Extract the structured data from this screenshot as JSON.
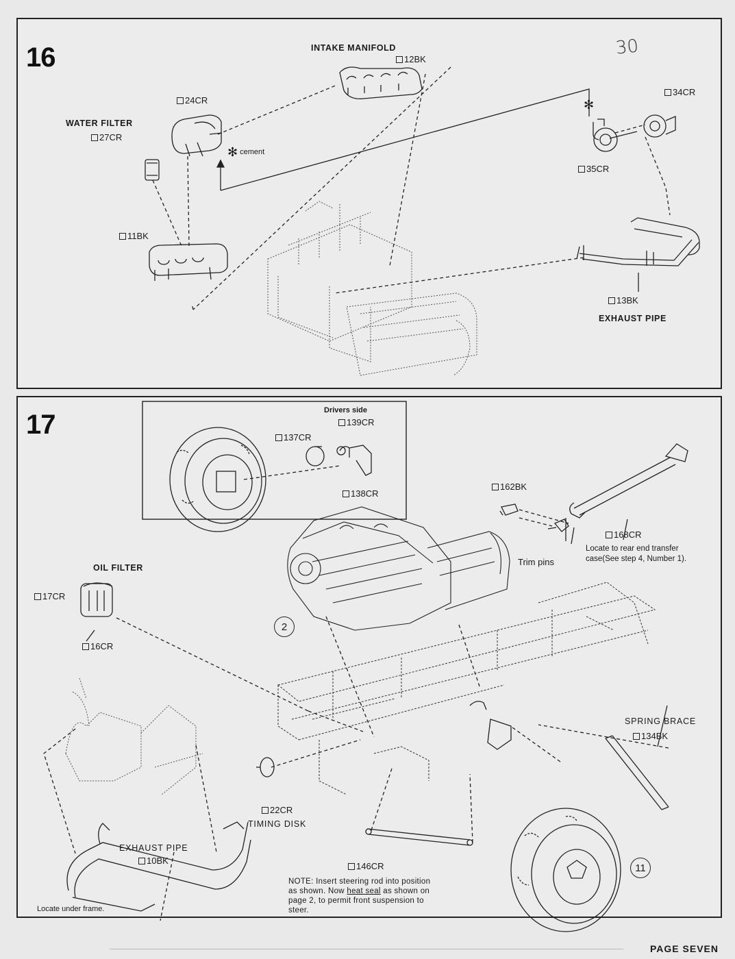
{
  "step16": {
    "number": "16",
    "handwritten": "30",
    "labels": {
      "intake_manifold": "INTAKE MANIFOLD",
      "part_12bk": "12BK",
      "part_24cr": "24CR",
      "water_filter": "WATER FILTER",
      "part_27cr": "27CR",
      "cement": "cement",
      "part_34cr": "34CR",
      "part_35cr": "35CR",
      "part_11bk": "11BK",
      "part_13bk": "13BK",
      "exhaust_pipe": "EXHAUST PIPE"
    }
  },
  "step17": {
    "number": "17",
    "labels": {
      "drivers_side": "Drivers side",
      "part_139cr": "139CR",
      "part_137cr": "137CR",
      "part_138cr": "138CR",
      "part_162bk": "162BK",
      "part_168cr": "168CR",
      "trim_pins": "Trim pins",
      "locate_rear": "Locate to rear end transfer",
      "locate_rear2": "case(See step 4, Number 1).",
      "oil_filter": "OIL FILTER",
      "part_17cr": "17CR",
      "part_16cr": "16CR",
      "circle_2": "2",
      "spring_brace": "SPRING BRACE",
      "part_134bk": "134BK",
      "part_22cr": "22CR",
      "timing_disk": "TIMING DISK",
      "exhaust_pipe": "EXHAUST PIPE",
      "part_10bk": "10BK",
      "part_146cr": "146CR",
      "note_1": "NOTE: Insert steering rod into position",
      "note_2a": "as shown. Now ",
      "note_2b": "heat seal",
      "note_2c": " as shown on",
      "note_3": "page 2, to permit front suspension to",
      "note_4": "steer.",
      "locate_under": "Locate under frame.",
      "circle_11": "11"
    }
  },
  "footer": "PAGE SEVEN"
}
